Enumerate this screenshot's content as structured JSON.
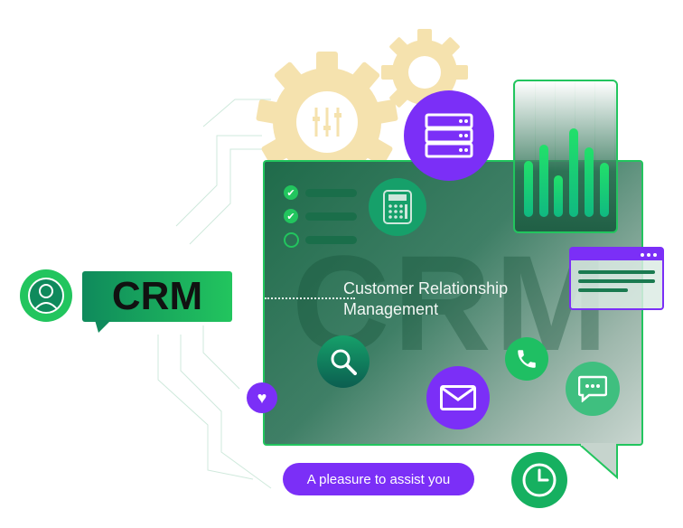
{
  "badge": {
    "label": "CRM"
  },
  "panel": {
    "watermark": "CRM",
    "tagline_line1": "Customer Relationship",
    "tagline_line2": "Management"
  },
  "pill": {
    "label": "A pleasure to assist you"
  },
  "colors": {
    "green": "#22c55e",
    "purple": "#7b2ff7",
    "gear": "#f5dfa6",
    "dark_green": "#1f6b4a"
  },
  "icons": [
    "user-icon",
    "gear-icon",
    "server-icon",
    "calculator-icon",
    "bar-chart-icon",
    "search-icon",
    "mail-icon",
    "phone-icon",
    "chat-icon",
    "heart-icon",
    "clock-icon",
    "check-icon",
    "browser-window-icon"
  ]
}
